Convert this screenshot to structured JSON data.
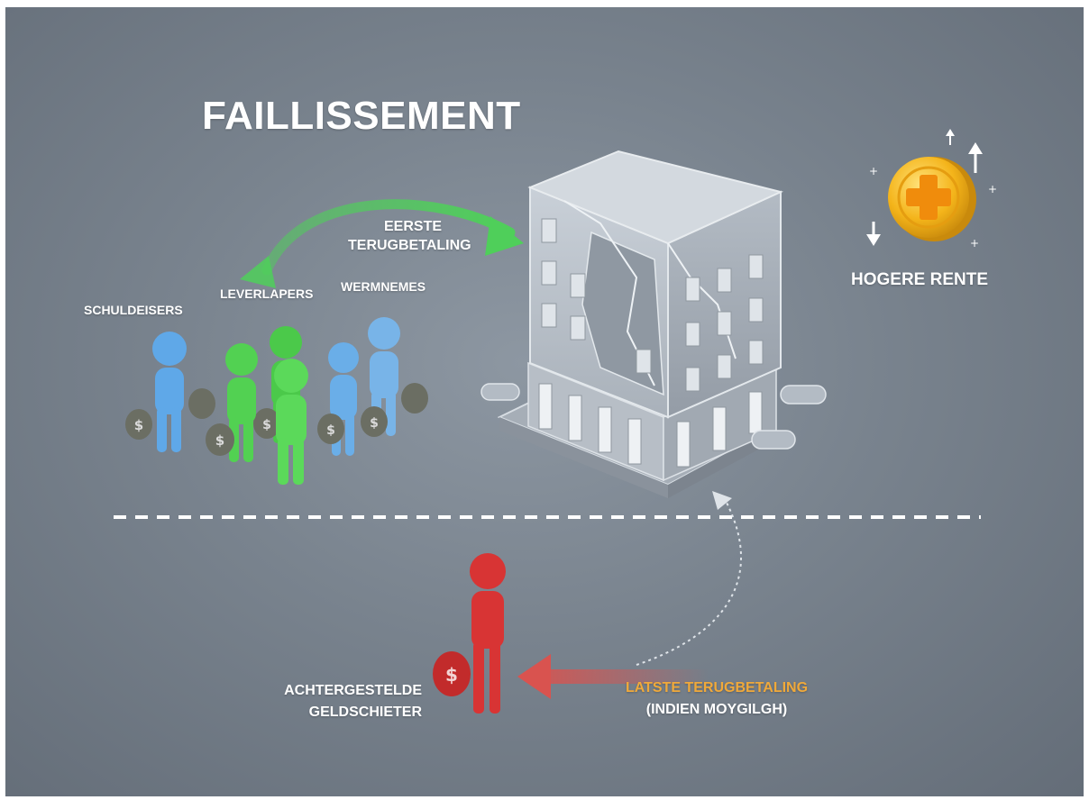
{
  "title": "FAILLISSEMENT",
  "labels": {
    "first_repayment_line1": "EERSTE",
    "first_repayment_line2": "TERUGBETALING",
    "creditors": "SCHULDEISERS",
    "suppliers": "LEVERLAPERS",
    "employees": "WERMNEMES",
    "higher_interest": "HOGERE RENTE",
    "subordinated_line1": "ACHTERGESTELDE",
    "subordinated_line2": "GELDSCHIETER",
    "last_repayment_line1": "LATSTE TERUGBETALING",
    "last_repayment_line2": "(INDIEN MOYGILGH)"
  },
  "icons": [
    "dollar-sign-icon",
    "plus-icon",
    "arrow-up-icon",
    "arrow-down-icon"
  ],
  "colors": {
    "background": "#7d8792",
    "creditor_blue": "#5fa8e8",
    "supplier_green": "#49d04a",
    "lender_red": "#d83434",
    "coin_gold": "#f4b41a",
    "arrow_green": "#4fcf5a",
    "arrow_red": "#d9534f",
    "last_repayment_text": "#f0a93a"
  }
}
